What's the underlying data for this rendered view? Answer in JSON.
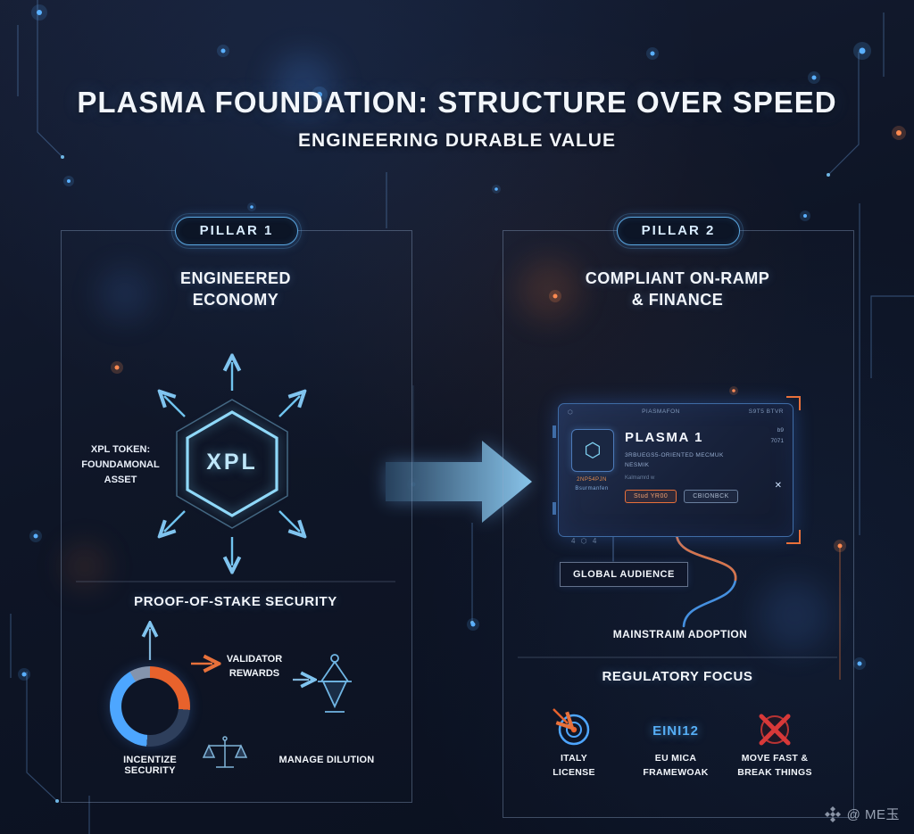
{
  "title": "PLASMA FOUNDATION: STRUCTURE OVER SPEED",
  "subtitle": "ENGINEERING DURABLE VALUE",
  "colors": {
    "accent_blue": "#4da6ff",
    "accent_orange": "#e8622c",
    "background": "#0e1526"
  },
  "pillar1": {
    "badge": "PILLAR 1",
    "heading": "ENGINEERED ECONOMY",
    "token_label": "XPL TOKEN: FOUNDAMONAL ASSET",
    "token_symbol": "XPL",
    "security_heading": "PROOF-OF-STAKE SECURITY",
    "validator_label": "VALIDATOR REWARDS",
    "incentive_label": "INCENTIZE SECURITY",
    "dilution_label": "MANAGE DILUTION"
  },
  "pillar2": {
    "badge": "PILLAR 2",
    "heading": "COMPLIANT ON-RAMP & FINANCE",
    "card": {
      "header_left": "⬡",
      "header_center": "PIASMAFON",
      "header_right": "S9T5  BTVR",
      "logo_symbol": "⬡",
      "logo_caption1": "2NP54PJN",
      "logo_caption2": "Bsurmanfen",
      "title": "PLASMA 1",
      "subtitle1": "3RBUEGS5-ORIENTED MECMUK",
      "subtitle2": "NESMIK",
      "note": "Kalmamrd w",
      "stat1": "b9",
      "stat2": "7071",
      "button_primary": "Stud YR00",
      "button_secondary": "CBIONBCK",
      "x_icon": "✕",
      "footer_note": "4 ⬡ 4"
    },
    "global_label": "GLOBAL AUDIENCE",
    "adoption_label": "MAINSTRAIM ADOPTION",
    "regulatory_heading": "REGULATORY FOCUS",
    "regulatory_items": [
      {
        "label": "ITALY LICENSE"
      },
      {
        "label": "EU MICA FRAMEWOAK",
        "icon_text": "EINI12"
      },
      {
        "label": "MOVE FAST & BREAK THINGS"
      }
    ]
  },
  "watermark": "@ ME玉"
}
